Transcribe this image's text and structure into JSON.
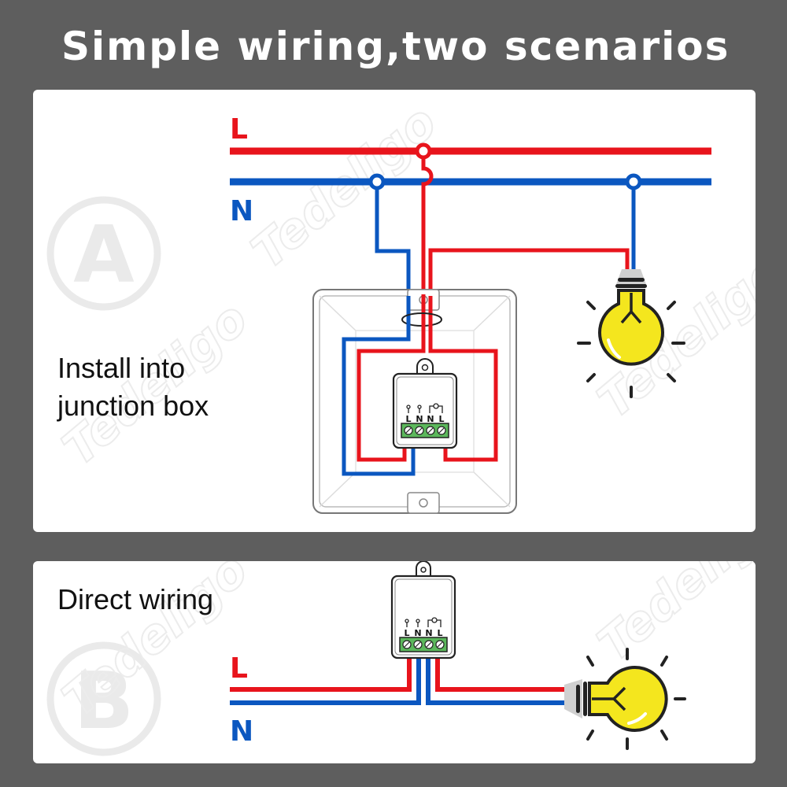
{
  "title": "Simple wiring,two scenarios",
  "watermark": "Tedeligo",
  "colors": {
    "background": "#5e5e5e",
    "live_wire": "#e8141c",
    "neutral_wire": "#0b57c0",
    "bulb": "#f4e61e",
    "terminal_block": "#5cb85c"
  },
  "scenario_a": {
    "badge": "A",
    "caption_line1": "Install into",
    "caption_line2": "junction box",
    "live_label": "L",
    "neutral_label": "N",
    "terminals": [
      "L",
      "N",
      "N",
      "L"
    ]
  },
  "scenario_b": {
    "badge": "B",
    "caption": "Direct wiring",
    "live_label": "L",
    "neutral_label": "N",
    "terminals": [
      "L",
      "N",
      "N",
      "L"
    ]
  }
}
